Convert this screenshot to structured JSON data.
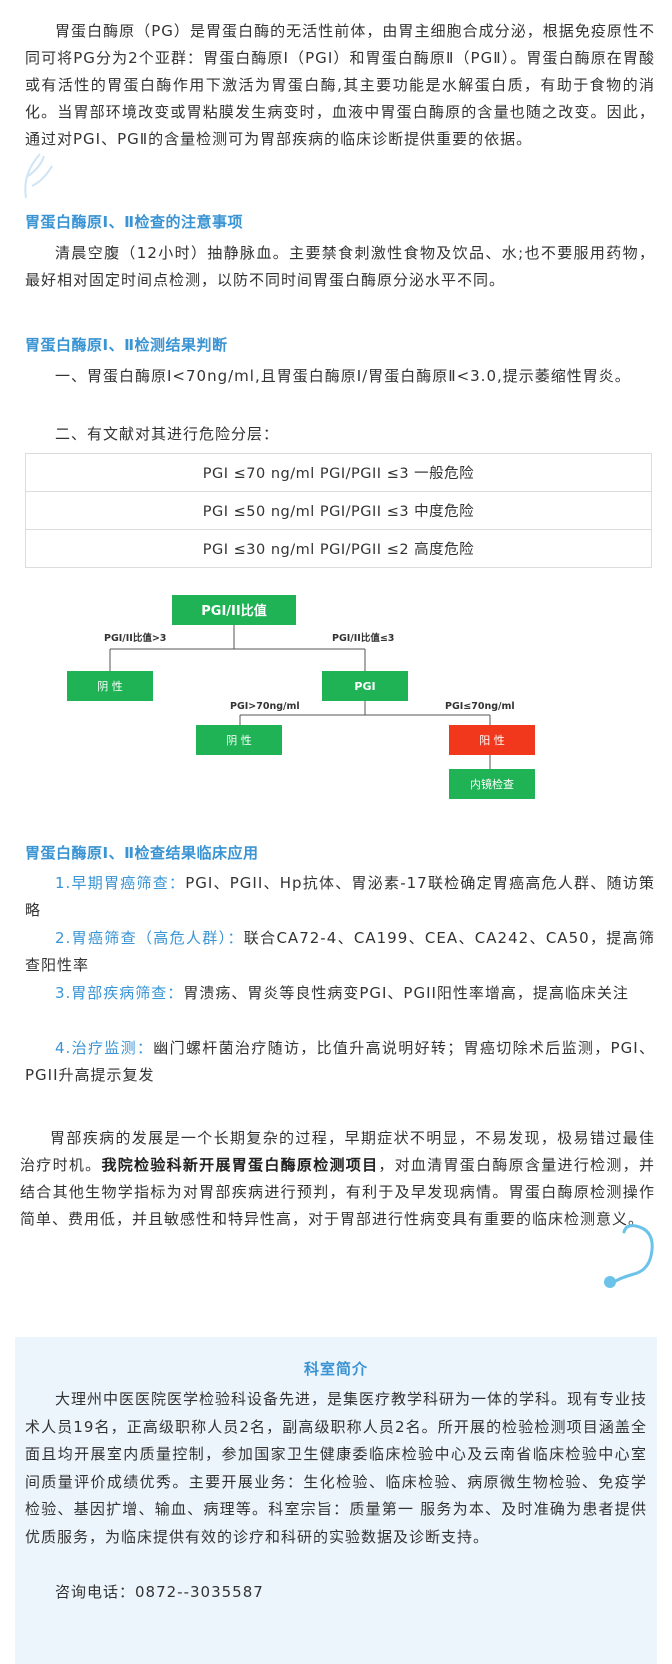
{
  "paragraphs": {
    "intro": "胃蛋白酶原（PG）是胃蛋白酶的无活性前体，由胃主细胞合成分泌，根据免疫原性不同可将PG分为2个亚群：胃蛋白酶原Ⅰ（PGⅠ）和胃蛋白酶原Ⅱ（PGⅡ）。胃蛋白酶原在胃酸或有活性的胃蛋白酶作用下激活为胃蛋白酶,其主要功能是水解蛋白质，有助于食物的消化。当胃部环境改变或胃粘膜发生病变时，血液中胃蛋白酶原的含量也随之改变。因此，通过对PGⅠ、PGⅡ的含量检测可为胃部疾病的临床诊断提供重要的依据。",
    "precautions_heading": "胃蛋白酶原Ⅰ、Ⅱ检查的注意事项",
    "precautions": "清晨空腹（12小时）抽静脉血。主要禁食刺激性食物及饮品、水;也不要服用药物，最好相对固定时间点检测，以防不同时间胃蛋白酶原分泌水平不同。",
    "results_heading": "胃蛋白酶原Ⅰ、Ⅱ检测结果判断",
    "result_1": "一、胃蛋白酶原Ⅰ<70ng/ml,且胃蛋白酶原Ⅰ/胃蛋白酶原Ⅱ<3.0,提示萎缩性胃炎。",
    "result_2": "二、有文献对其进行危险分层：",
    "application_heading": "胃蛋白酶原Ⅰ、Ⅱ检查结果临床应用",
    "summary_a": "胃部疾病的发展是一个长期复杂的过程，早期症状不明显，不易发现，极易错过最佳治疗时机。",
    "summary_bold": "我院检验科新开展胃蛋白酶原检测项目",
    "summary_b": "，对血清胃蛋白酶原含量进行检测，并结合其他生物学指标为对胃部疾病进行预判，有利于及早发现病情。胃蛋白酶原检测操作简单、费用低，并且敏感性和特异性高，对于胃部进行性病变具有重要的临床检测意义。"
  },
  "risk_table": [
    "PGI ≤70 ng/ml PGI/PGII ≤3  一般危险",
    "PGI ≤50 ng/ml PGI/PGII ≤3  中度危险",
    "PGI ≤30 ng/ml PGI/PGII ≤2  高度危险"
  ],
  "flowchart": {
    "root": "PGI/II比值",
    "left_edge": "PGI/II比值>3",
    "right_edge": "PGI/II比值≤3",
    "left_node": "阴 性",
    "mid_node": "PGI",
    "mid_left_edge": "PGI>70ng/ml",
    "mid_right_edge": "PGI≤70ng/ml",
    "negative2": "阴 性",
    "positive": "阳 性",
    "endoscopy": "内镜检查",
    "colors": {
      "green": "#1fb356",
      "red": "#f2381c"
    }
  },
  "applications": [
    {
      "label": "1.早期胃癌筛查：",
      "text": "PGI、PGII、Hp抗体、胃泌素-17联检确定胃癌高危人群、随访策略"
    },
    {
      "label": "2.胃癌筛查（高危人群）：",
      "text": "联合CA72-4、CA199、CEA、CA242、CA50，提高筛查阳性率"
    },
    {
      "label": "3.胃部疾病筛查：",
      "text": "胃溃疡、胃炎等良性病变PGI、PGII阳性率增高，提高临床关注"
    },
    {
      "label": "4.治疗监测：",
      "text": "幽门螺杆菌治疗随访，比值升高说明好转；胃癌切除术后监测，PGI、PGII升高提示复发"
    }
  ],
  "department": {
    "title": "科室简介",
    "text": "大理州中医医院医学检验科设备先进，是集医疗教学科研为一体的学科。现有专业技术人员19名，正高级职称人员2名，副高级职称人员2名。所开展的检验检测项目涵盖全面且均开展室内质量控制，参加国家卫生健康委临床检验中心及云南省临床检验中心室间质量评价成绩优秀。主要开展业务：生化检验、临床检验、病原微生物检验、免疫学检验、基因扩增、输血、病理等。科室宗旨：质量第一 服务为本、及时准确为患者提供优质服务，为临床提供有效的诊疗和科研的实验数据及诊断支持。",
    "phone": "咨询电话：0872--3035587"
  },
  "accent": "#3a94d4"
}
